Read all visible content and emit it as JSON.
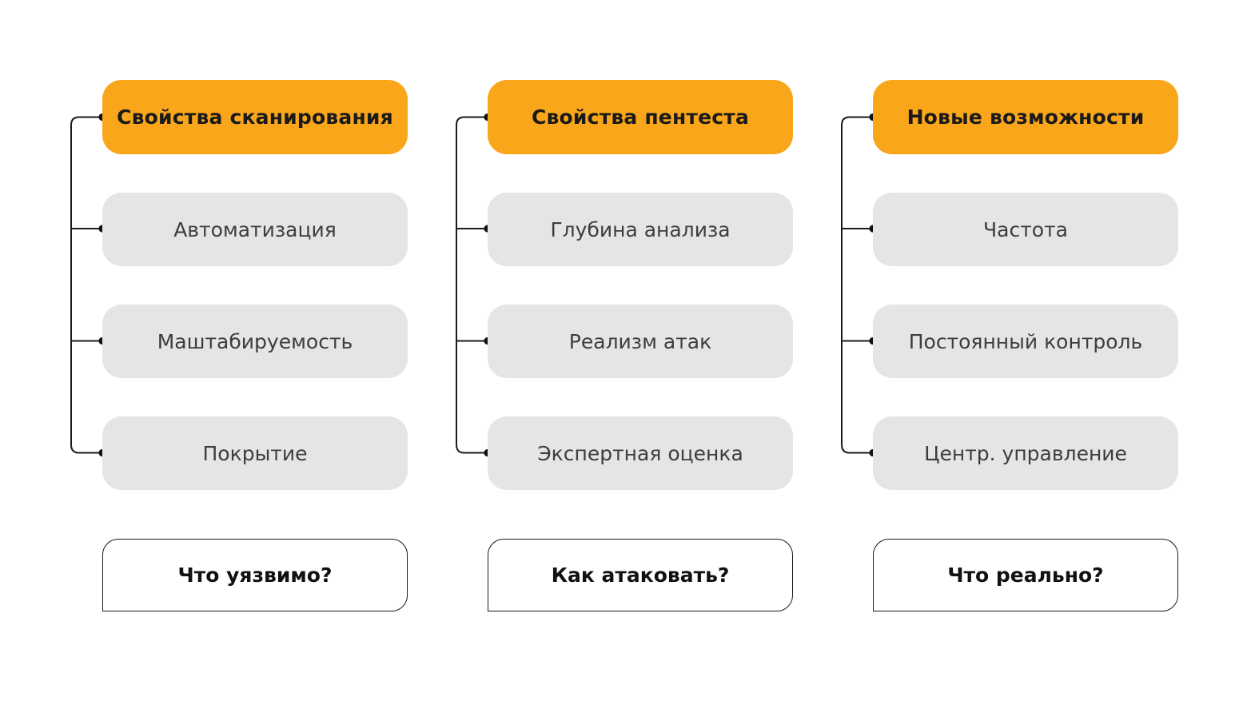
{
  "diagram": {
    "background": "#ffffff",
    "colors": {
      "header_bg": "#FAA61A",
      "item_bg": "#E5E5E5",
      "connector_line": "#1a1a1a",
      "header_text": "#1a1a1a",
      "item_text": "#3d3d3d",
      "question_border": "#1a1a1a",
      "question_text": "#111111"
    }
  },
  "columns": [
    {
      "header": "Свойства сканирования",
      "items": [
        "Автоматизация",
        "Маштабируемость",
        "Покрытие"
      ],
      "question": "Что уязвимо?"
    },
    {
      "header": "Свойства пентеста",
      "items": [
        "Глубина анализа",
        "Реализм атак",
        "Экспертная оценка"
      ],
      "question": "Как атаковать?"
    },
    {
      "header": "Новые возможности",
      "items": [
        "Частота",
        "Постоянный контроль",
        "Центр. управление"
      ],
      "question": "Что реально?"
    }
  ]
}
